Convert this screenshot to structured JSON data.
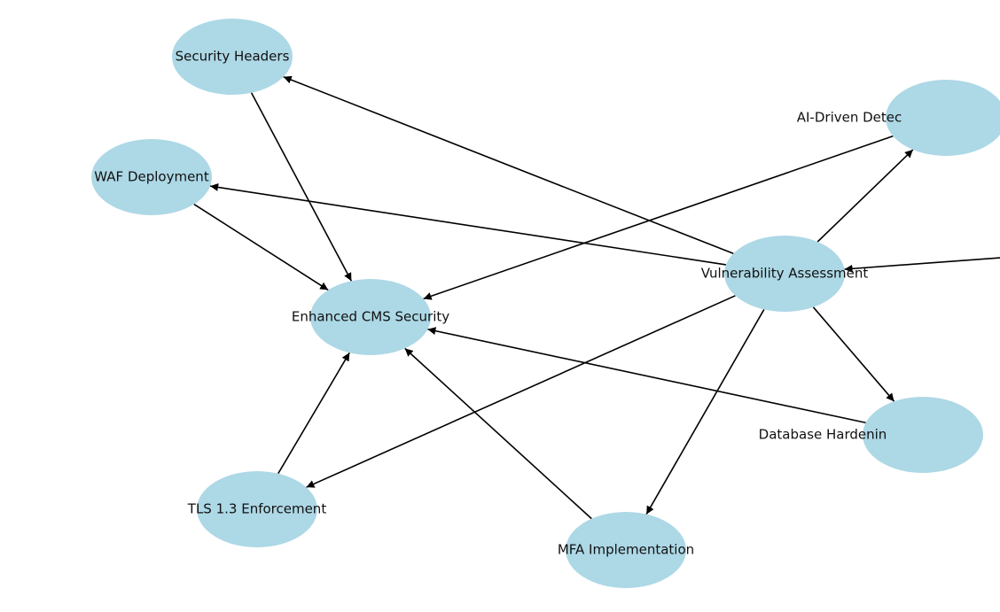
{
  "diagram": {
    "type": "directed-graph",
    "node_color": "#add8e6",
    "edge_color": "#000000",
    "nodes": [
      {
        "id": "sh",
        "label": "Security Headers"
      },
      {
        "id": "waf",
        "label": "WAF Deployment"
      },
      {
        "id": "cms",
        "label": "Enhanced CMS Security"
      },
      {
        "id": "va",
        "label": "Vulnerability Assessment"
      },
      {
        "id": "ai",
        "label": "AI-Driven Detec"
      },
      {
        "id": "db",
        "label": "Database Hardenin"
      },
      {
        "id": "tls",
        "label": "TLS 1.3 Enforcement"
      },
      {
        "id": "mfa",
        "label": "MFA Implementation"
      }
    ],
    "edges": [
      {
        "source": "sh",
        "target": "cms"
      },
      {
        "source": "waf",
        "target": "cms"
      },
      {
        "source": "ai",
        "target": "cms"
      },
      {
        "source": "va",
        "target": "sh"
      },
      {
        "source": "va",
        "target": "waf"
      },
      {
        "source": "va",
        "target": "ai"
      },
      {
        "source": "offscreen",
        "target": "va"
      },
      {
        "source": "va",
        "target": "db"
      },
      {
        "source": "va",
        "target": "tls"
      },
      {
        "source": "va",
        "target": "mfa"
      },
      {
        "source": "db",
        "target": "cms"
      },
      {
        "source": "tls",
        "target": "cms"
      },
      {
        "source": "mfa",
        "target": "cms"
      }
    ]
  }
}
